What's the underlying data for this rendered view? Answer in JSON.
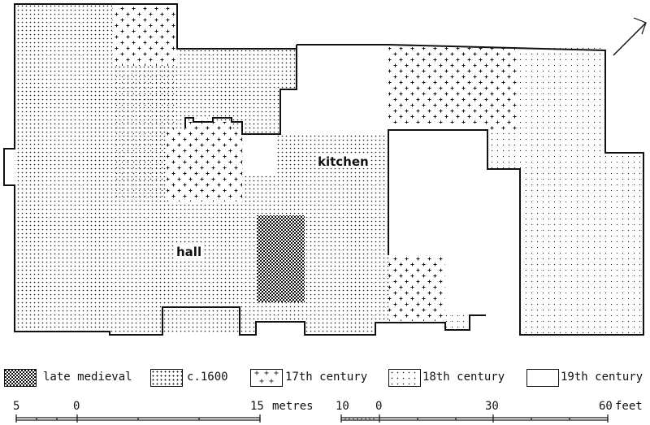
{
  "plan": {
    "labels": {
      "kitchen": "kitchen",
      "hall": "hall"
    }
  },
  "legend": [
    {
      "key": "late_medieval",
      "label": "late medieval",
      "pattern": "late-medieval"
    },
    {
      "key": "c1600",
      "label": "c.1600",
      "pattern": "c1600"
    },
    {
      "key": "17th",
      "label": "17th century",
      "pattern": "c17"
    },
    {
      "key": "18th",
      "label": "18th century",
      "pattern": "c18"
    },
    {
      "key": "19th",
      "label": "19th century",
      "pattern": "c19"
    }
  ],
  "scales": {
    "metric": {
      "ticks": [
        "5",
        "0",
        "15"
      ],
      "unit": "metres"
    },
    "imperial": {
      "ticks": [
        "10",
        "0",
        "30",
        "60"
      ],
      "unit": "feet"
    }
  },
  "colors": {
    "ink": "#111111",
    "paper": "#ffffff"
  },
  "icons": {
    "north": "north-arrow-icon"
  }
}
